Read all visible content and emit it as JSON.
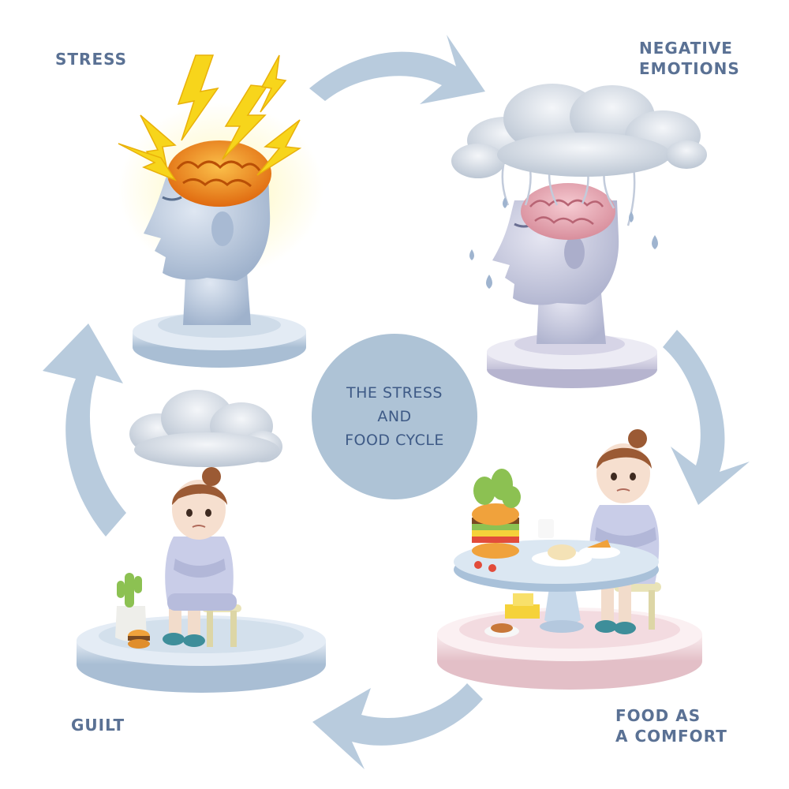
{
  "center": {
    "line1": "THE STRESS",
    "line2": "AND",
    "line3": "FOOD CYCLE"
  },
  "stages": {
    "stress": "STRESS",
    "negative_emotions": "NEGATIVE\nEMOTIONS",
    "food_as_comfort": "FOOD AS\nA COMFORT",
    "guilt": "GUILT"
  },
  "colors": {
    "arrow": "#b8cbdd",
    "center_circle": "#aec3d6",
    "label_text": "#5a7194",
    "head": "#b9c9de",
    "brain_stress": "#f08a24",
    "brain_sad": "#e8a9b4",
    "lightning": "#f7d51b",
    "cloud": "#d3dbe6",
    "rain": "#9fb4cf",
    "platform_blue": "#c7d6e6",
    "platform_pink": "#f3dbe0",
    "hoodie": "#c9cde8",
    "hair": "#9b5a34",
    "burger_bun": "#f0a23c",
    "lettuce": "#8cc152"
  },
  "icons": {
    "stress": "stressed-head-lightning-icon",
    "negative_emotions": "sad-head-raincloud-icon",
    "food_as_comfort": "girl-eating-food-table-icon",
    "guilt": "girl-sitting-under-cloud-icon",
    "arrow": "cycle-arrow-icon"
  }
}
